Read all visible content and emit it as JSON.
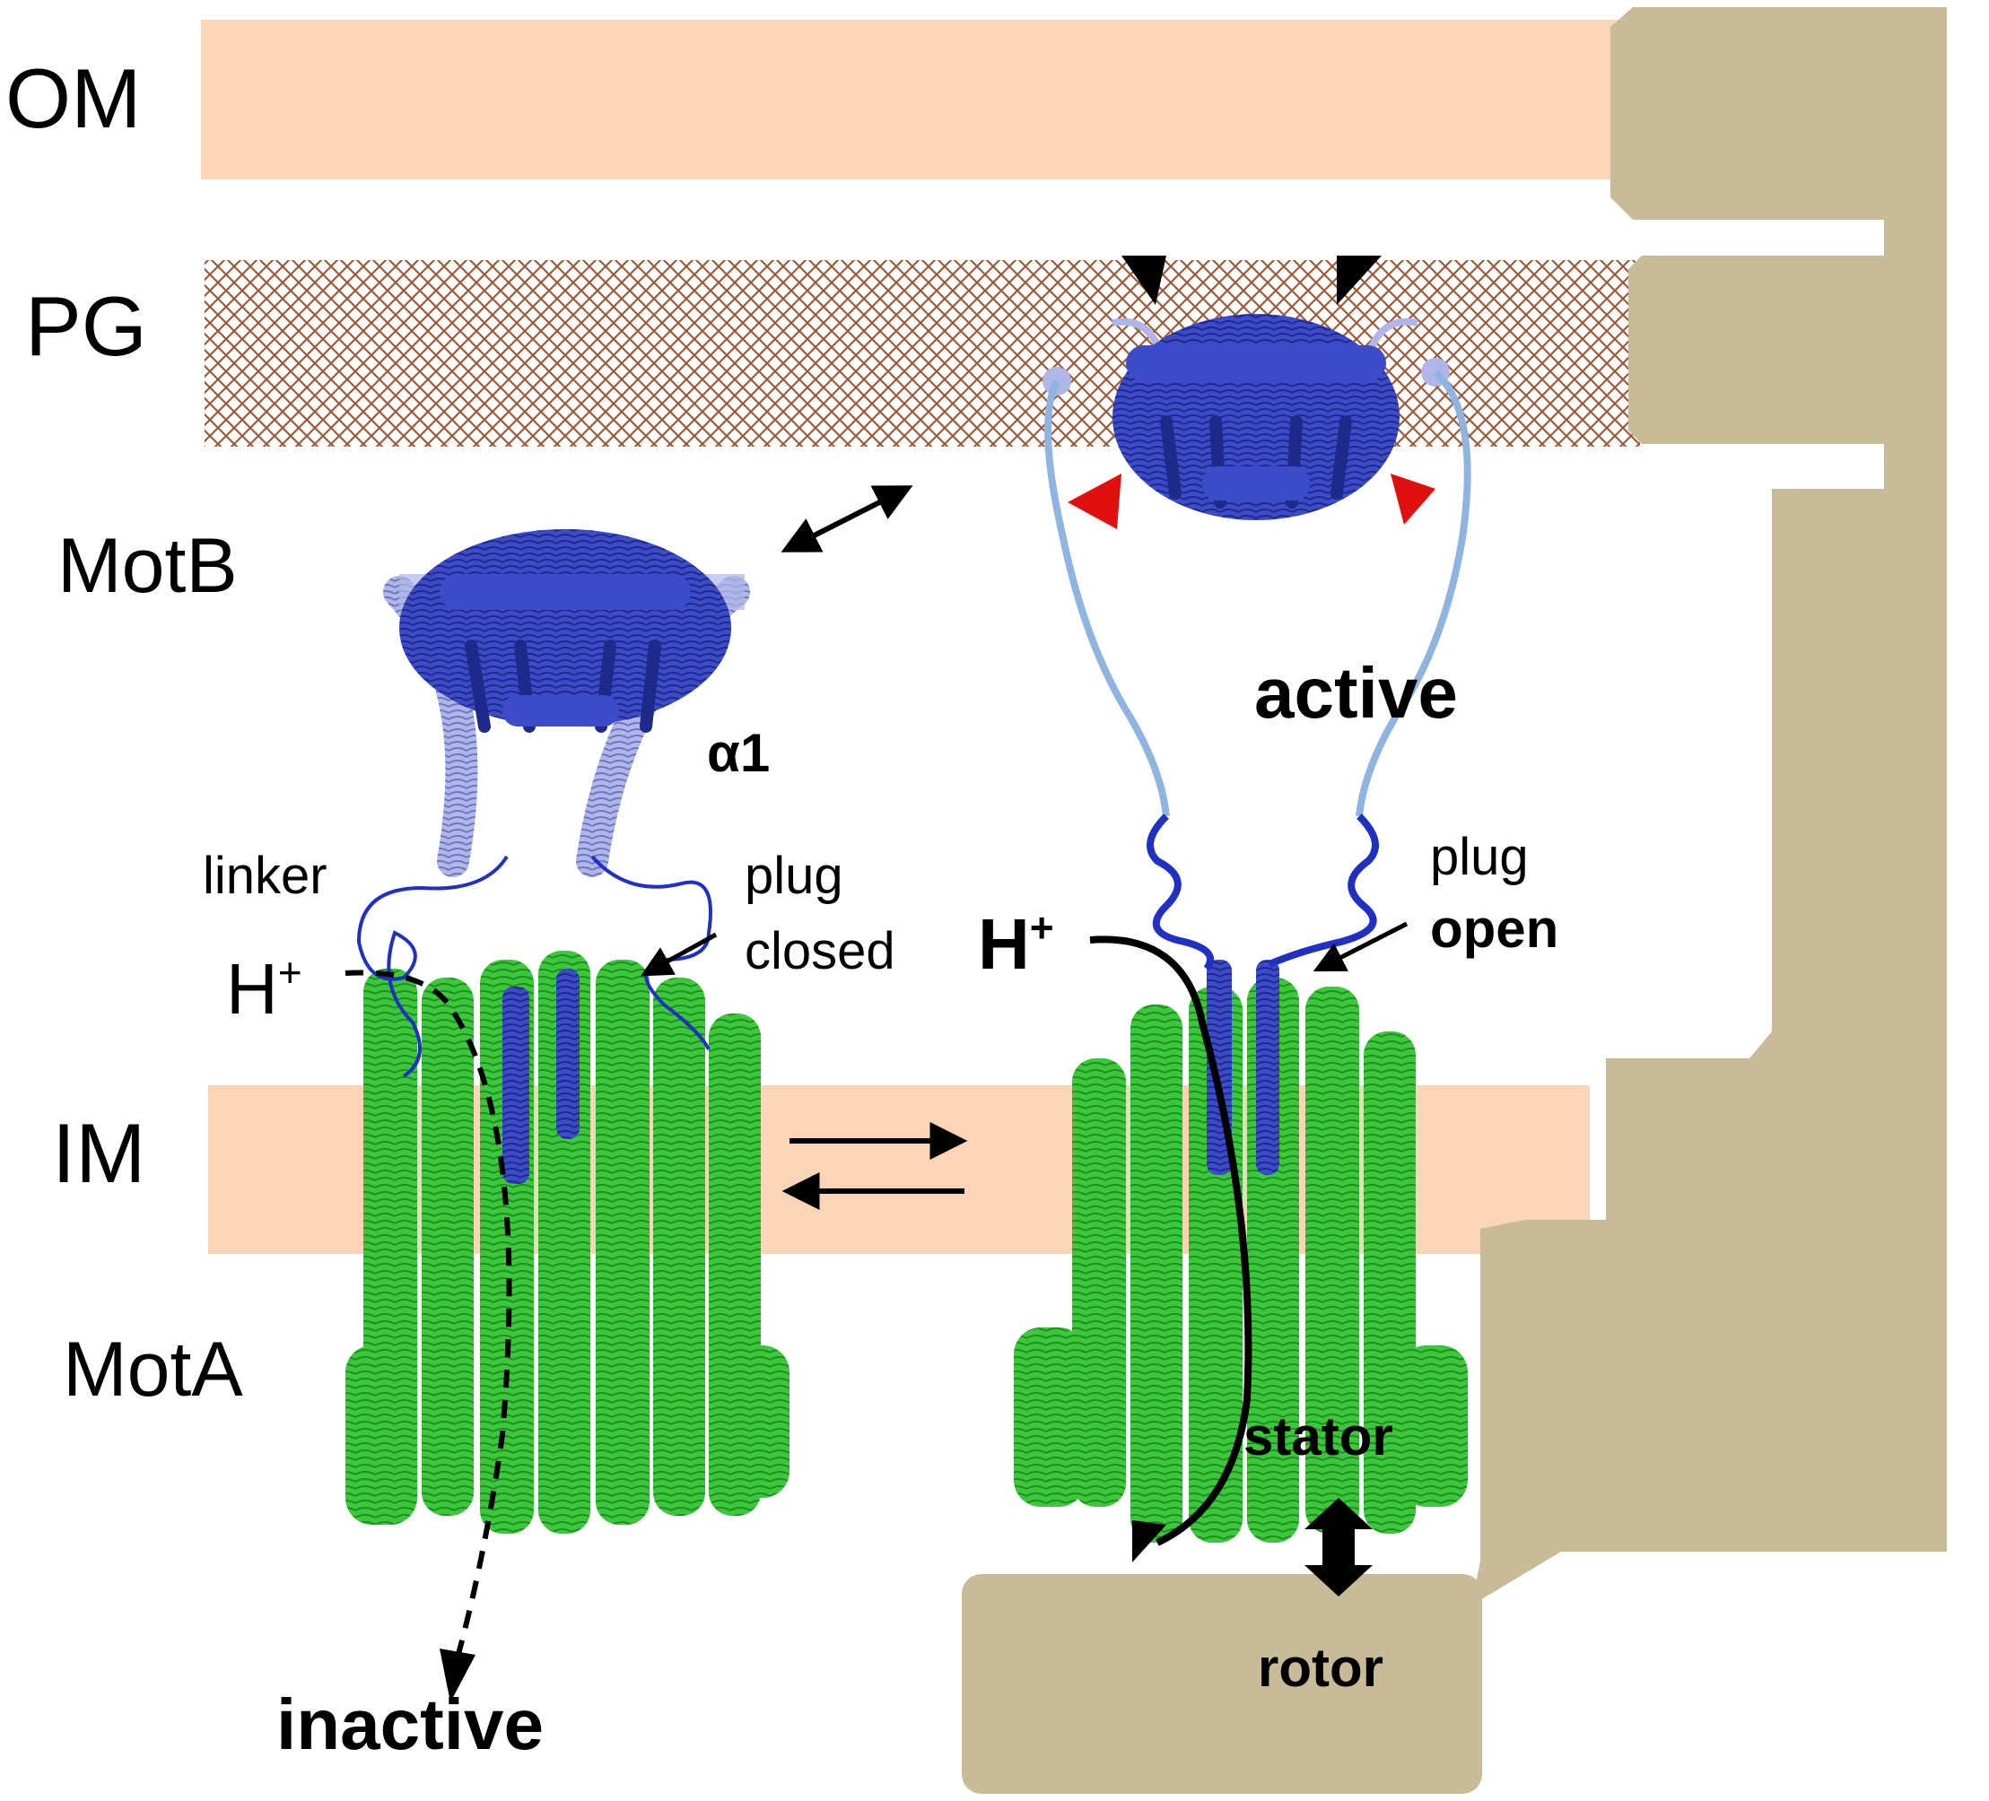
{
  "layers": {
    "outer_membrane": "OM",
    "peptidoglycan": "PG",
    "inner_membrane": "IM"
  },
  "proteins": {
    "motb": "MotB",
    "mota": "MotA"
  },
  "inactive_state": {
    "state_label": "inactive",
    "linker_label": "linker",
    "helix_label": "α1",
    "proton_label": "H",
    "proton_charge": "+",
    "plug_label": "plug",
    "plug_state": "closed"
  },
  "active_state": {
    "state_label": "active",
    "proton_label": "H",
    "proton_charge": "+",
    "plug_label": "plug",
    "plug_state": "open",
    "stator_label": "stator",
    "rotor_label": "rotor"
  },
  "colors": {
    "membrane": "#FAD5B8",
    "peptidoglycan_mesh": "#9C5B3A",
    "motor_structure": "#C8BC98",
    "mota_helices": "#3CC83C",
    "motb_domain": "#3C4CC8",
    "motb_helix_light": "#B0B6E8",
    "motb_linker_light": "#90B4E0",
    "marker_red": "#E01010"
  }
}
